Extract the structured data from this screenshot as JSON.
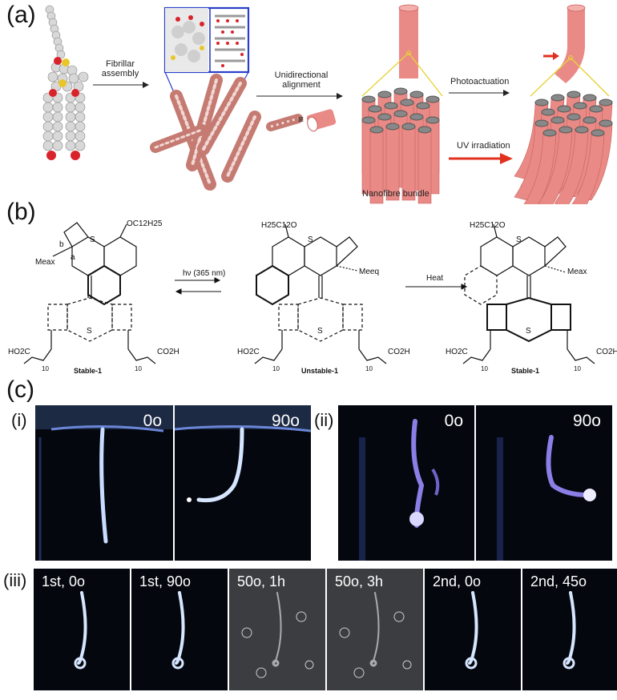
{
  "panels": {
    "a": {
      "letter": "(a)",
      "labels": {
        "fibrillar": "Fibrillar",
        "assembly": "assembly",
        "unidirectional": "Unidirectional",
        "alignment": "alignment",
        "photoactuation": "Photoactuation",
        "uv": "UV irradiation",
        "bundle": "Nanofibre bundle",
        "equiv": "≡"
      },
      "colors": {
        "fibre": "#e98a86",
        "fibre_dark": "#c9605c",
        "highlight": "#2a3fc7",
        "uv_arrow": "#e0301e",
        "guide": "#e8d23a"
      }
    },
    "b": {
      "letter": "(b)",
      "arrow1": "hν (365 nm)",
      "arrow2": "Heat",
      "compounds": [
        {
          "name": "Stable-1",
          "ether": "OC12H25",
          "methyl": "Meax"
        },
        {
          "name": "Unstable-1",
          "ether": "H25C12O",
          "methyl": "Meeq"
        },
        {
          "name": "Stable-1",
          "ether": "H25C12O",
          "methyl": "Meax"
        }
      ],
      "acid_left": "HO2C",
      "acid_right": "CO2H",
      "chain_count": "10",
      "atoms": {
        "s": "S",
        "a": "a",
        "b": "b"
      }
    },
    "c": {
      "letter": "(c)",
      "i": {
        "label": "(i)",
        "frames": [
          "0o",
          "90o"
        ]
      },
      "ii": {
        "label": "(ii)",
        "frames": [
          "0o",
          "90o"
        ]
      },
      "iii": {
        "label": "(iii)",
        "frames": [
          {
            "text": "1st, 0o",
            "style": "blue"
          },
          {
            "text": "1st, 90o",
            "style": "blue"
          },
          {
            "text": "50o, 1h",
            "style": "gray"
          },
          {
            "text": "50o, 3h",
            "style": "gray"
          },
          {
            "text": "2nd, 0o",
            "style": "blue"
          },
          {
            "text": "2nd, 45o",
            "style": "blue"
          }
        ]
      }
    }
  }
}
